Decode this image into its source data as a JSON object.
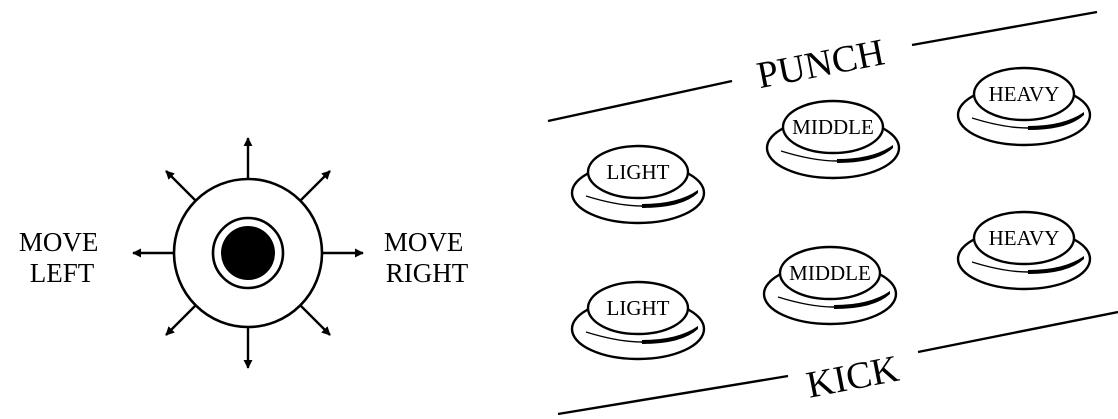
{
  "joystick": {
    "move_left": [
      "MOVE",
      "LEFT"
    ],
    "move_right": [
      "MOVE",
      "RIGHT"
    ]
  },
  "buttons": {
    "punch_label": "PUNCH",
    "kick_label": "KICK",
    "punch": {
      "light": "LIGHT",
      "middle": "MIDDLE",
      "heavy": "HEAVY"
    },
    "kick": {
      "light": "LIGHT",
      "middle": "MIDDLE",
      "heavy": "HEAVY"
    }
  },
  "colors": {
    "ink": "#000000",
    "paper": "#ffffff"
  }
}
